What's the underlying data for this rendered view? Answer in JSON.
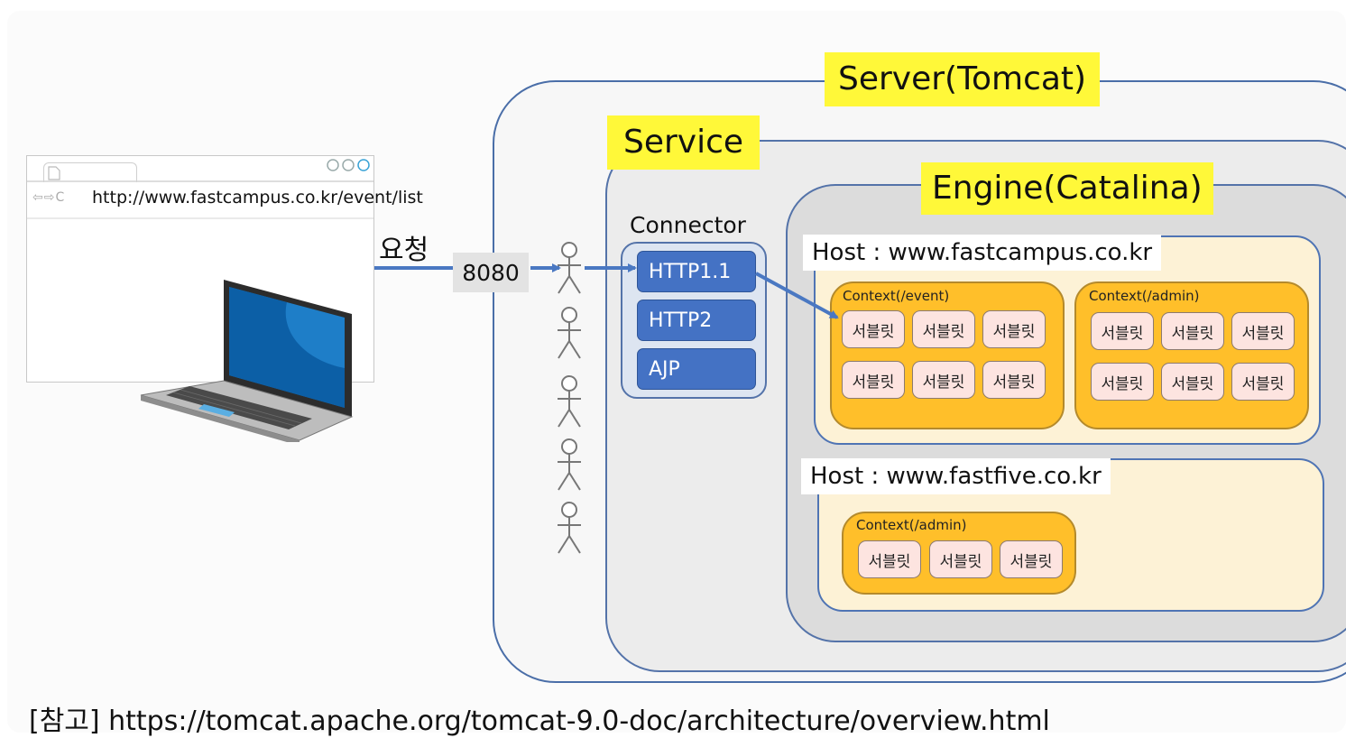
{
  "labels": {
    "server": "Server(Tomcat)",
    "service": "Service",
    "engine": "Engine(Catalina)",
    "connector": "Connector"
  },
  "connector_protocols": [
    "HTTP1.1",
    "HTTP2",
    "AJP"
  ],
  "hosts": [
    {
      "label": "Host : www.fastcampus.co.kr",
      "contexts": [
        {
          "label": "Context(/event)",
          "servlets": [
            "서블릿",
            "서블릿",
            "서블릿",
            "서블릿",
            "서블릿",
            "서블릿"
          ]
        },
        {
          "label": "Context(/admin)",
          "servlets": [
            "서블릿",
            "서블릿",
            "서블릿",
            "서블릿",
            "서블릿",
            "서블릿"
          ]
        }
      ]
    },
    {
      "label": "Host : www.fastfive.co.kr",
      "contexts": [
        {
          "label": "Context(/admin)",
          "servlets": [
            "서블릿",
            "서블릿",
            "서블릿"
          ]
        }
      ]
    }
  ],
  "browser": {
    "url": "http://www.fastcampus.co.kr/event/list",
    "nav_glyphs": "⇦⇨C"
  },
  "request": {
    "label": "요청",
    "port": "8080"
  },
  "users_count": 5,
  "reference": "[참고] https://tomcat.apache.org/tomcat-9.0-doc/architecture/overview.html",
  "colors": {
    "label_highlight": "#fff839",
    "protocol_blue": "#4472c4",
    "context_orange": "#ffbf2a",
    "servlet_pink": "#fde4e0",
    "host_cream": "#fdf2d6",
    "border_blue": "#4f74b4"
  }
}
